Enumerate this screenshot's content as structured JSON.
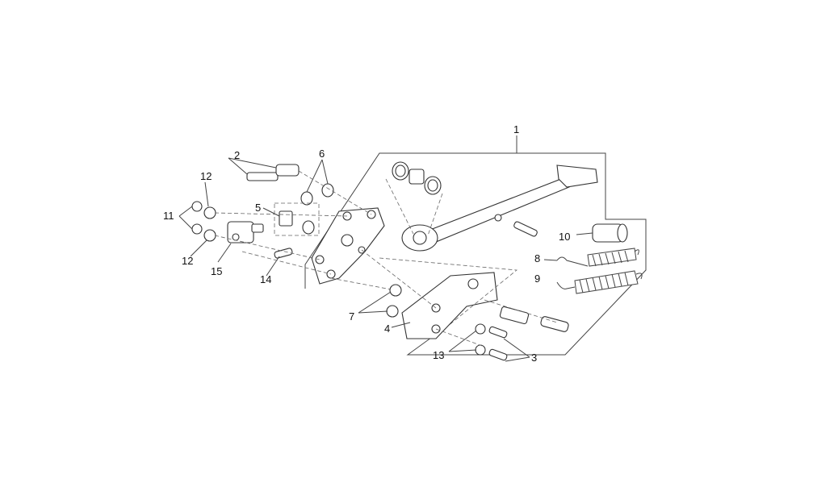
{
  "diagram": {
    "background": "#ffffff",
    "line_color": "#333333",
    "labels": {
      "p1": "1",
      "p2": "2",
      "p3": "3",
      "p4": "4",
      "p5": "5",
      "p6": "6",
      "p7": "7",
      "p8": "8",
      "p9": "9",
      "p10": "10",
      "p11": "11",
      "p12a": "12",
      "p12b": "12",
      "p13": "13",
      "p14": "14",
      "p15": "15"
    }
  }
}
